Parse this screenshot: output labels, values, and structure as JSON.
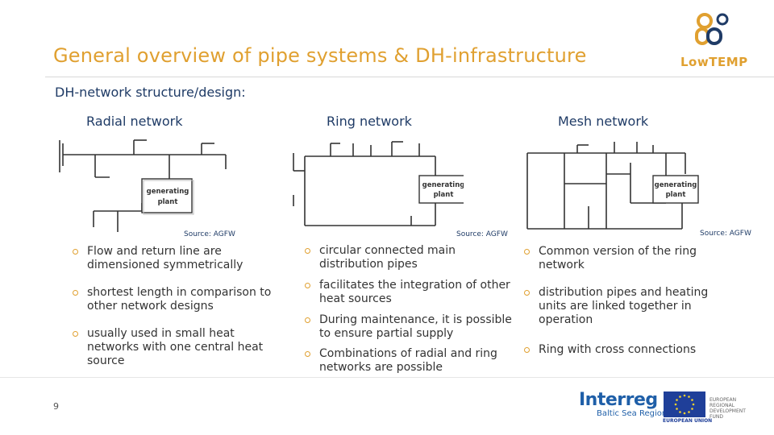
{
  "title": "General overview of pipe systems & DH-infrastructure",
  "logo_text": "LowTEMP",
  "subtitle": "DH-network structure/design:",
  "columns": [
    {
      "heading": "Radial network",
      "plant_label": [
        "generating",
        "plant"
      ],
      "source": "Source: AGFW",
      "bullets": [
        "Flow and return line are dimensioned symmetrically",
        "shortest length in comparison to other network designs",
        "usually used in small heat networks with one central heat source"
      ]
    },
    {
      "heading": "Ring network",
      "plant_label": [
        "generating",
        "plant"
      ],
      "source": "Source: AGFW",
      "bullets": [
        "circular connected main distribution pipes",
        "facilitates the integration of other heat sources",
        "During maintenance, it is possible to ensure partial supply",
        "Combinations of radial and ring networks are possible"
      ]
    },
    {
      "heading": "Mesh network",
      "plant_label": [
        "generating",
        "plant"
      ],
      "source": "Source: AGFW",
      "bullets": [
        "Common version of the ring network",
        "distribution pipes and heating units are linked together in operation",
        "Ring with cross connections"
      ]
    }
  ],
  "page_number": "9",
  "footer": {
    "interreg": "Interreg",
    "region": "Baltic Sea Region",
    "eu_label": "EUROPEAN UNION",
    "erdf": "EUROPEAN REGIONAL DEVELOPMENT FUND"
  },
  "colors": {
    "accent": "#e0a030",
    "navy": "#1f3b66",
    "interreg_blue": "#1f5fa8"
  }
}
